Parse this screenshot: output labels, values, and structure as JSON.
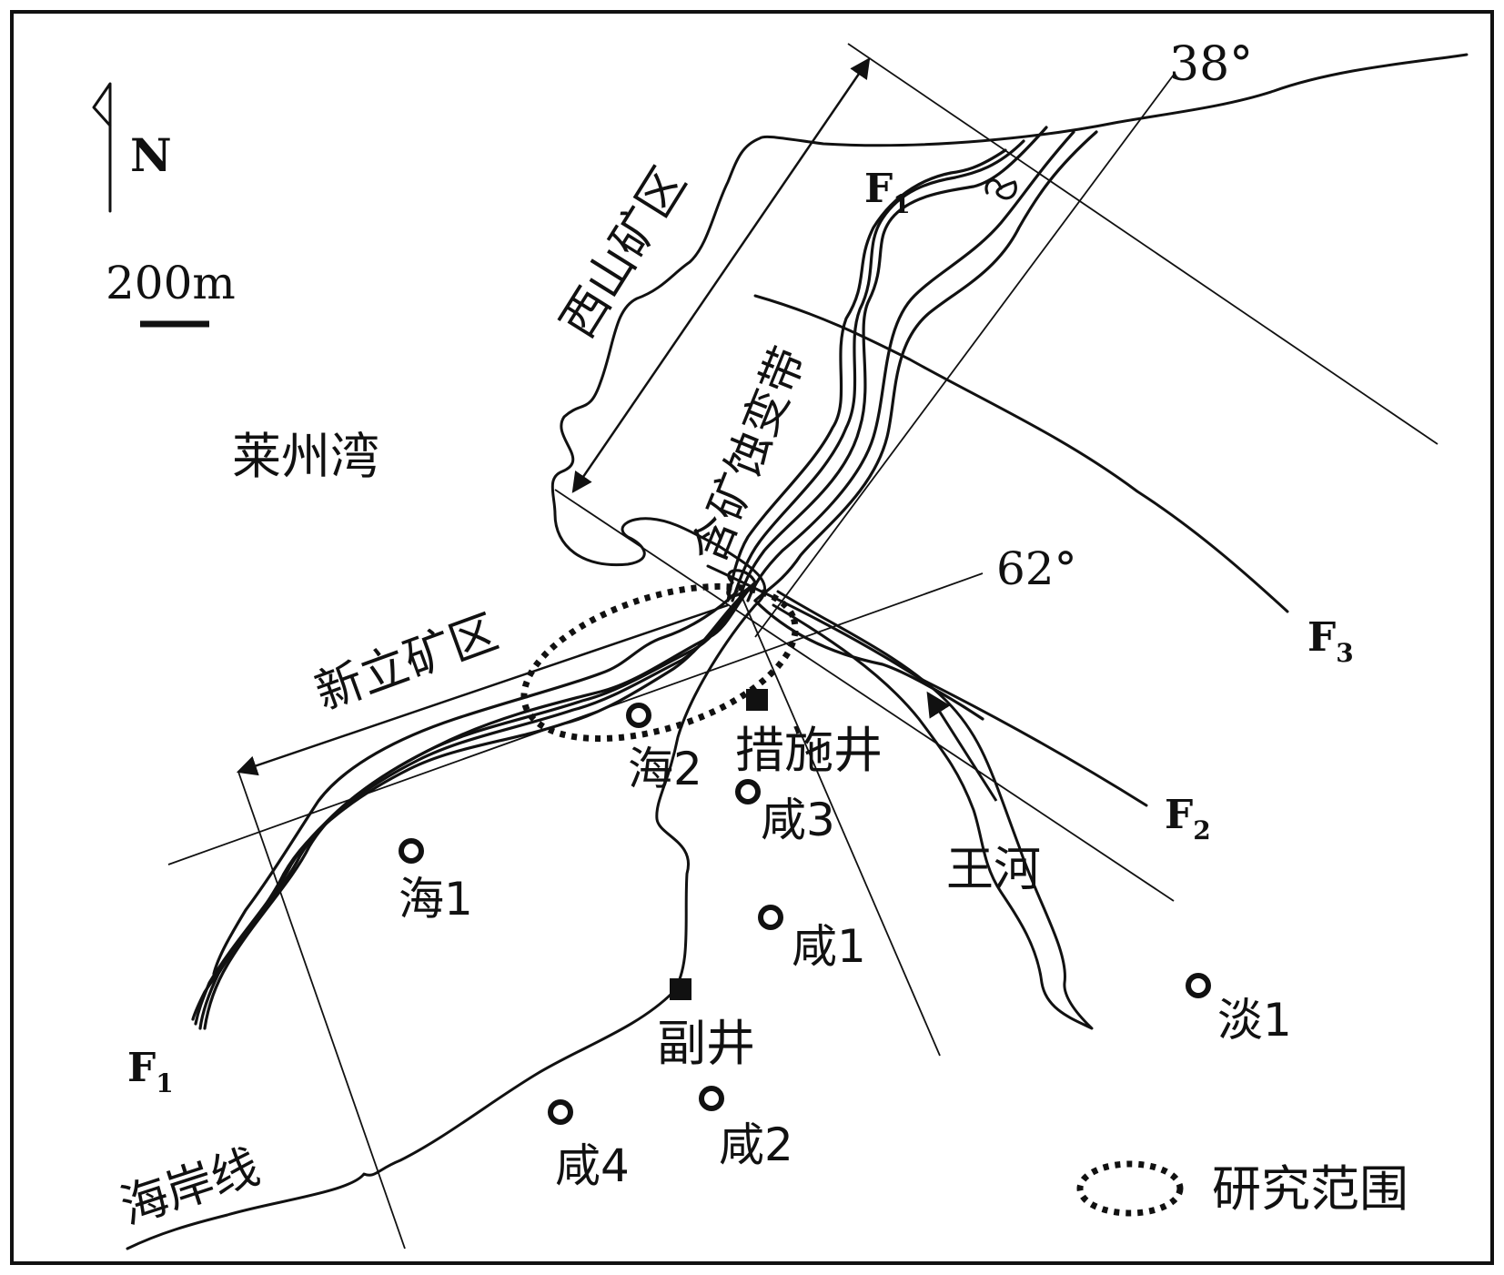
{
  "north_arrow": {
    "label": "N"
  },
  "scale_bar": {
    "label": "200m"
  },
  "labels": {
    "xishan": "西山矿区",
    "xinli": "新立矿区",
    "laizhou_bay": "莱州湾",
    "ore_zone": "含矿蚀变带",
    "coastline": "海岸线",
    "wang_river": "王河",
    "angle_38": "38°",
    "angle_62": "62°"
  },
  "faults": [
    {
      "name": "F",
      "sub": "1"
    },
    {
      "name": "F",
      "sub": "1"
    },
    {
      "name": "F",
      "sub": "2"
    },
    {
      "name": "F",
      "sub": "3"
    }
  ],
  "shafts": [
    {
      "label": "措施井"
    },
    {
      "label": "副井"
    }
  ],
  "wells": [
    {
      "label": "海1"
    },
    {
      "label": "海2"
    },
    {
      "label": "咸3"
    },
    {
      "label": "咸1"
    },
    {
      "label": "咸2"
    },
    {
      "label": "咸4"
    },
    {
      "label": "淡1"
    }
  ],
  "legend": {
    "study_area": "研究范围"
  }
}
